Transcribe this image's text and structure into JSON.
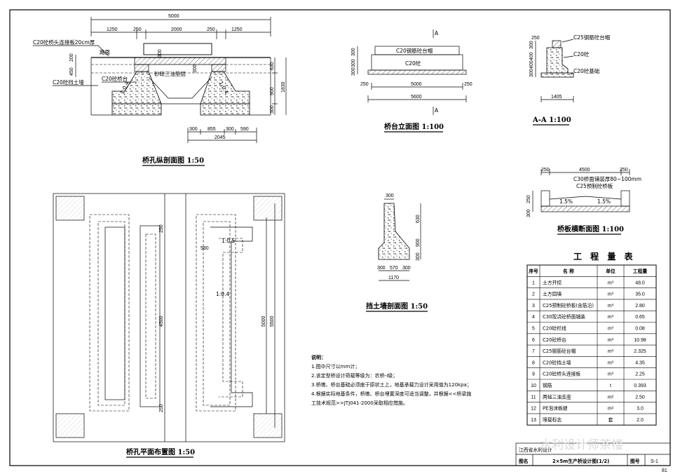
{
  "long_section": {
    "title": "桥孔纵剖面图 1:50",
    "dims_top": [
      "5000",
      "1250",
      "250",
      "2000",
      "250",
      "1250"
    ],
    "dims_bottom": [
      "300",
      "855",
      "300",
      "590",
      "2045"
    ],
    "dims_right": [
      "630",
      "900",
      "1830",
      "300"
    ],
    "dims_left": [
      "450",
      "200"
    ],
    "dims_mid": [
      "300",
      "300"
    ],
    "labels": {
      "approach_slab": "C20砼桥头连接板20cm厚",
      "road_surface": "路面",
      "abutment": "C20砼桥台",
      "retaining_wall": "C20砼挡土墙",
      "triangle": "砂砾三油垫层",
      "slope_left": "1:0.4",
      "slope_right": "1:0.4"
    }
  },
  "elevation": {
    "title": "桥台立面图 1:100",
    "section_mark": "A",
    "labels": {
      "cap": "C20钢筋砼台帽",
      "body": "C20砼"
    },
    "dims_left": [
      "300",
      "300",
      "300"
    ],
    "dims_bottom": [
      "5000",
      "5600",
      "250",
      "250"
    ]
  },
  "section_aa": {
    "title": "A-A 1:100",
    "labels": {
      "cap": "C25钢筋砼台帽",
      "body": "C20砼",
      "base": "C20砼基础"
    },
    "dims": [
      "250",
      "300",
      "400",
      "400",
      "300",
      "1405"
    ]
  },
  "slab_section": {
    "title": "桥板横断面图 1:100",
    "labels": {
      "paving": "C30桥面铺装厚80~100mm",
      "slab": "C25预制砼桥板"
    },
    "dims_top": [
      "250",
      "4500",
      "250"
    ],
    "dims_left": [
      "250",
      "300"
    ],
    "slopes": [
      "1.5%",
      "1.5%"
    ]
  },
  "plan": {
    "title": "桥孔平面布置图 1:50",
    "dims": [
      "250",
      "580",
      "4500",
      "250",
      "5000",
      "5500"
    ],
    "slopes": [
      "1:0.5",
      "1:0.4"
    ]
  },
  "retaining_section": {
    "title": "挡土墙剖面图 1:50",
    "dims": [
      "300",
      "630",
      "900",
      "300",
      "300",
      "570",
      "300",
      "1170"
    ]
  },
  "notes": {
    "heading": "说明：",
    "lines": [
      "1.图中尺寸以mm计；",
      "2.该定型桥设计荷载等级为：农桥-Ⅰ级；",
      "3.桥墩、桥台基础必须座于原状土上，地基承载力设计采用值为120kpa；",
      "4.根据实际地基条件，桥墩、桥台埋置深度可适当调整，并根据<<桥梁施",
      "  工技术规范>>JTJ041-2000采取相应措施。"
    ]
  },
  "quantity_table": {
    "title": "工 程 量 表",
    "headers": [
      "序号",
      "名 称",
      "单位",
      "工程量"
    ],
    "rows": [
      [
        "1",
        "土方开挖",
        "m³",
        "48.0"
      ],
      [
        "2",
        "土方回填",
        "m³",
        "35.0"
      ],
      [
        "3",
        "C25预制砼桥板(含筋沿)",
        "m³",
        "2.80"
      ],
      [
        "4",
        "C30现浇砼桥面铺装",
        "m³",
        "0.65"
      ],
      [
        "5",
        "C20砼栏线",
        "m³",
        "0.08"
      ],
      [
        "6",
        "C20砼桥台",
        "m³",
        "10.98"
      ],
      [
        "7",
        "C25钢筋砼台帽",
        "m³",
        "2.325"
      ],
      [
        "8",
        "C20砼挡土墙",
        "m³",
        "4.35"
      ],
      [
        "9",
        "C20砼桥头连接板",
        "m³",
        "2.25"
      ],
      [
        "10",
        "钢筋",
        "t",
        "0.393"
      ],
      [
        "11",
        "两毡三油支座",
        "m²",
        "2.50"
      ],
      [
        "12",
        "PE泡沫板缝",
        "m²",
        "3.0"
      ],
      [
        "13",
        "限载标志",
        "套",
        "2.0"
      ]
    ]
  },
  "title_block": {
    "label_name": "图名",
    "drawing_name": "2×5m生产桥设计图(1/2)",
    "label_no": "图号",
    "drawing_no": "S-1",
    "upper_left": "江西省水利设计"
  },
  "watermark": "水利设计师茶楼",
  "page_number": "81"
}
